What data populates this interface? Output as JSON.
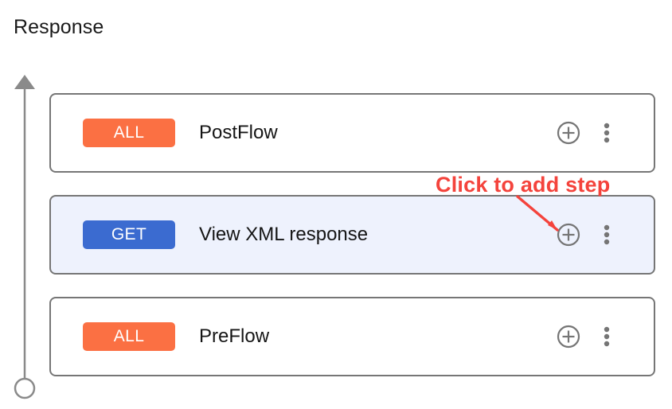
{
  "page_title": "Response",
  "colors": {
    "badge_all": "#fb7043",
    "badge_get": "#3b6bd0",
    "selected_row_background": "#eef2fd",
    "card_border": "#767676",
    "icon_gray": "#757575",
    "annotation_red": "#f4433c",
    "title_text": "#1a1a1a"
  },
  "flow_axis": {
    "direction_icon": "arrow-up-icon",
    "endpoint_icon": "circle-endpoint-icon"
  },
  "steps": [
    {
      "method": "ALL",
      "method_color": "#fb7043",
      "label": "PostFlow",
      "selected": false,
      "add_icon": "plus-circle-icon",
      "menu_icon": "kebab-menu-icon"
    },
    {
      "method": "GET",
      "method_color": "#3b6bd0",
      "label": "View XML response",
      "selected": true,
      "add_icon": "plus-circle-icon",
      "menu_icon": "kebab-menu-icon"
    },
    {
      "method": "ALL",
      "method_color": "#fb7043",
      "label": "PreFlow",
      "selected": false,
      "add_icon": "plus-circle-icon",
      "menu_icon": "kebab-menu-icon"
    }
  ],
  "annotation": {
    "text": "Click to add step",
    "color": "#f4433c",
    "pointer_icon": "arrow-pointer-icon"
  }
}
